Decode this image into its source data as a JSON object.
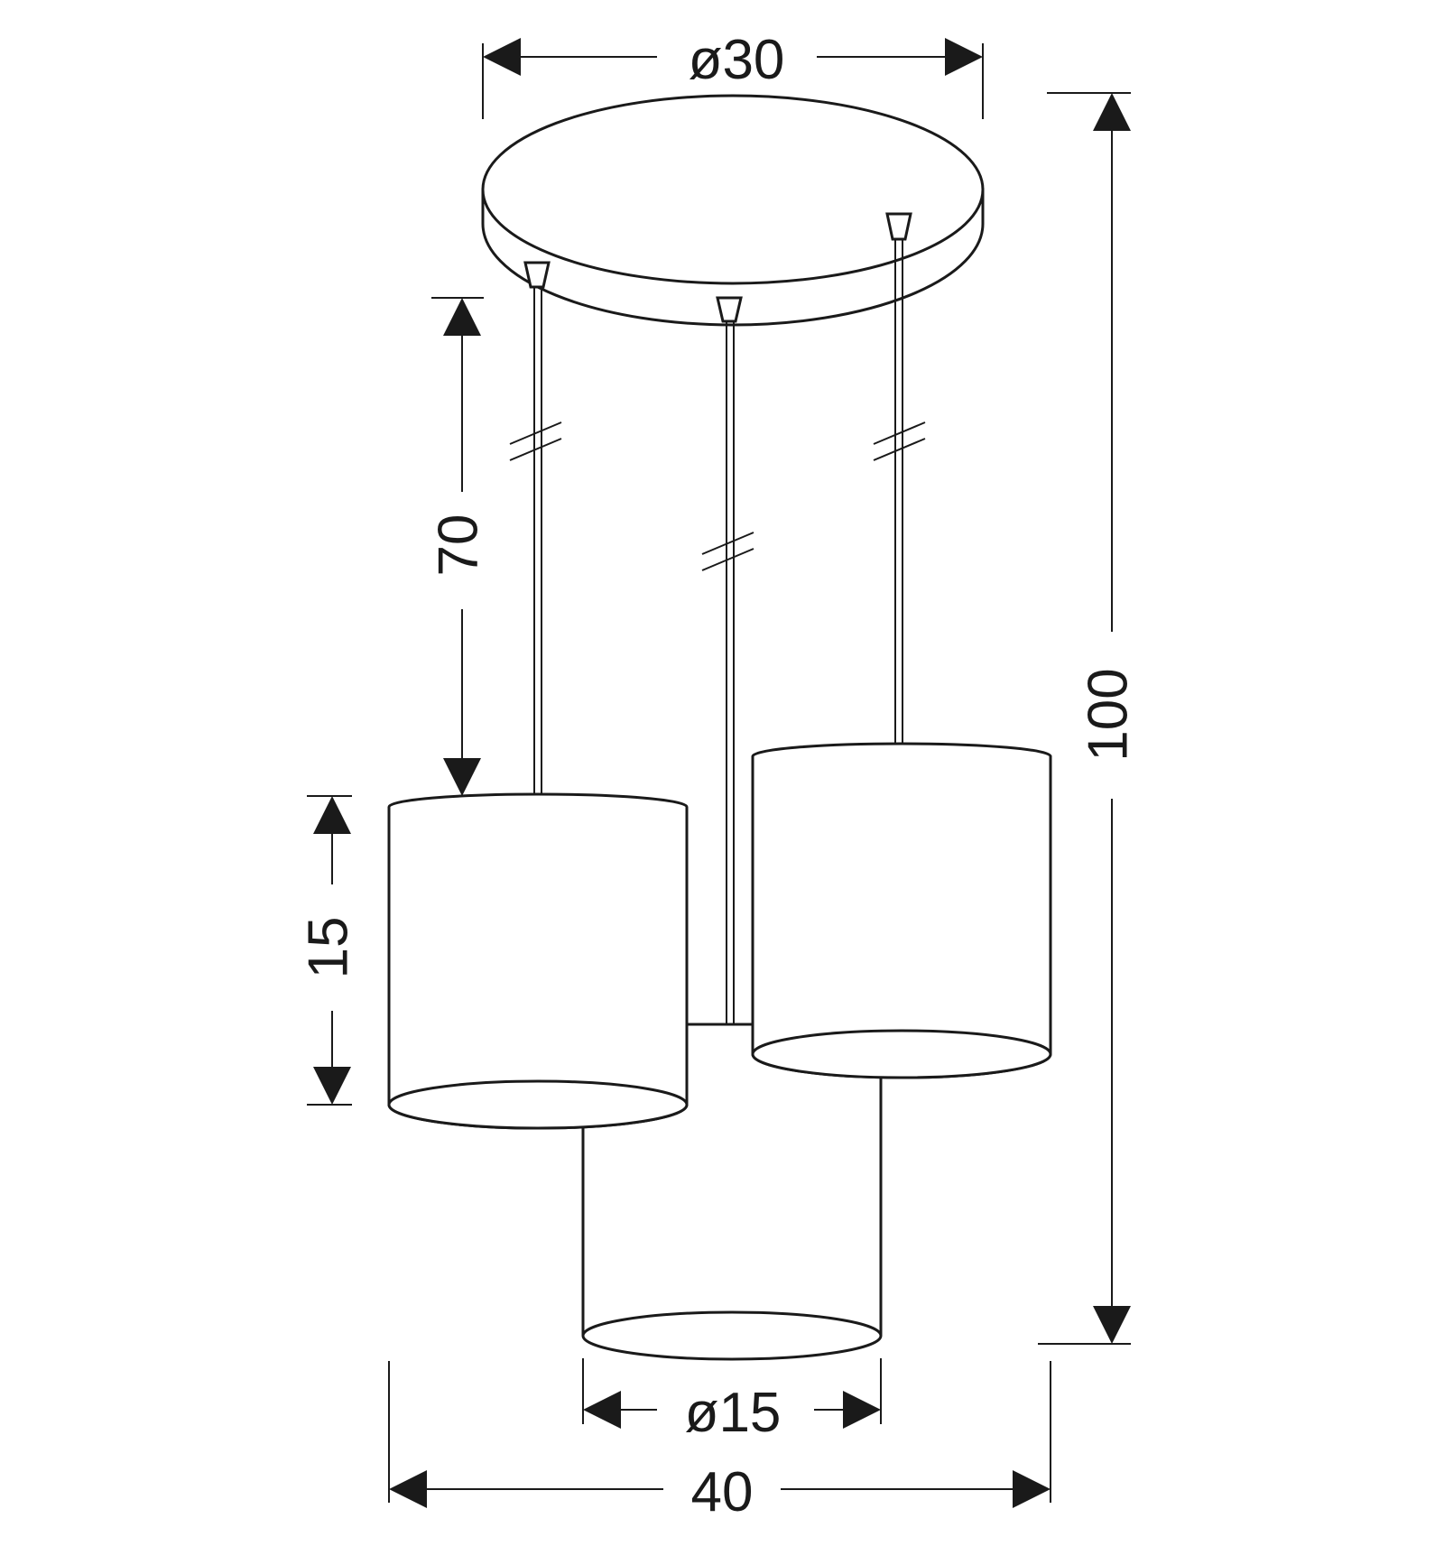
{
  "diagram": {
    "line_color": "#1a1a1a",
    "background": "#ffffff",
    "dimensions": {
      "canopy_diameter": "ø30",
      "total_height": "100",
      "cable_length": "70",
      "shade_height": "15",
      "shade_diameter": "ø15",
      "total_width": "40"
    }
  }
}
